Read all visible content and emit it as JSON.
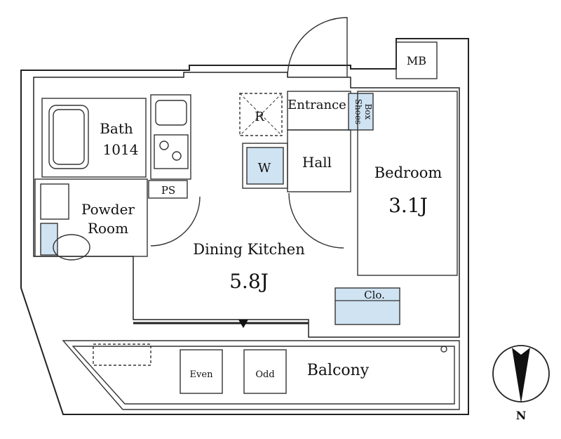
{
  "rooms": {
    "mb": "MB",
    "entrance": "Entrance",
    "shoes_box_line1": "Shoes",
    "shoes_box_line2": "Box",
    "refrigerator": "R",
    "washer": "W",
    "hall": "Hall",
    "bath": "Bath",
    "bath_size": "1014",
    "ps": "PS",
    "powder_room_line1": "Powder",
    "powder_room_line2": "Room",
    "bedroom": "Bedroom",
    "bedroom_size": "3.1J",
    "dining_kitchen": "Dining Kitchen",
    "dining_kitchen_size": "5.8J",
    "closet": "Clo.",
    "balcony": "Balcony",
    "even": "Even",
    "odd": "Odd"
  },
  "compass": {
    "label": "N"
  },
  "colors": {
    "wall": "#222222",
    "fixture_blue": "#cfe3f2",
    "background": "#ffffff"
  }
}
